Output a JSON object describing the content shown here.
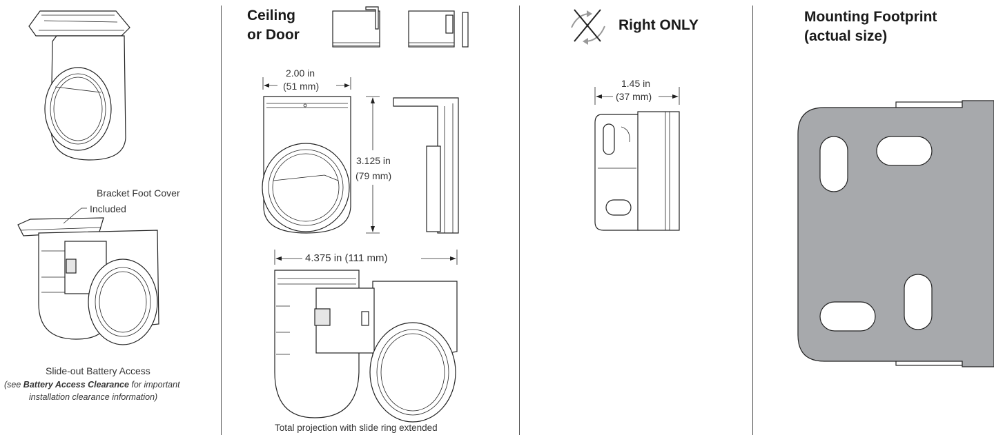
{
  "panel1": {
    "callout_line1": "Bracket Foot Cover",
    "callout_line2": "Included",
    "caption_main": "Slide-out Battery Access",
    "caption_pre": "(see ",
    "caption_bold": "Battery Access Clearance",
    "caption_post": " for important",
    "caption_line3": "installation clearance information)"
  },
  "panel2": {
    "heading_line1": "Ceiling",
    "heading_line2": "or Door",
    "width_in": "2.00 in",
    "width_mm": "(51 mm)",
    "height_in": "3.125 in",
    "height_mm": "(79 mm)",
    "projection": "4.375 in (111 mm)",
    "caption": "Total projection with slide ring extended"
  },
  "panel3": {
    "heading": "Right ONLY",
    "depth_in": "1.45 in",
    "depth_mm": "(37 mm)"
  },
  "panel4": {
    "heading_line1": "Mounting Footprint",
    "heading_line2": "(actual size)",
    "fill_color": "#a7a9ac"
  },
  "icons": [
    "cross-icon",
    "rotate-arrows-icon"
  ],
  "colors": {
    "line": "#222222",
    "footprint_gray": "#a7a9ac",
    "arrow_gray": "#999999"
  }
}
